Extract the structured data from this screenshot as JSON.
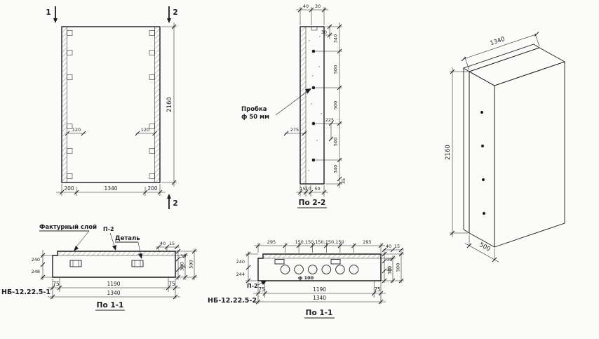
{
  "page": {
    "background": "#fbfbf9",
    "ink": "#1c1c1c"
  },
  "front_view": {
    "section_mark_1_top": "1",
    "section_mark_2_top": "2",
    "section_mark_2_bottom": "2",
    "dim_height": "2160",
    "dim_end_left": "200",
    "dim_length": "1340",
    "dim_end_right": "200",
    "dim_anchor_left": "120",
    "dim_anchor_right": "120"
  },
  "section_2_2": {
    "title": "По 2-2",
    "dim_top_40": "40",
    "dim_top_30": "30",
    "dim_right_30": "30",
    "dim_r_340_top": "340",
    "dim_r_500_a": "500",
    "dim_r_500_b": "500",
    "dim_r_500_c": "500",
    "dim_r_340_bottom": "340",
    "dim_r_35": "35",
    "dim_275": "275",
    "dim_225": "225",
    "dim_b_15": "15",
    "dim_b_10": "10",
    "dim_b_50": "50",
    "callout_line1": "Пробка",
    "callout_line2": "ф 50 мм"
  },
  "axonometric": {
    "dim_length": "1340",
    "dim_height": "2160",
    "dim_depth": "500"
  },
  "section_1_1_type1": {
    "product_mark": "НБ-12.22.5-1",
    "title": "По 1-1",
    "label_facing_layer": "Фактурный слой",
    "label_p2": "П-2",
    "label_detail": "Деталь",
    "dim_left_240": "240",
    "dim_left_248": "248",
    "dim_top_40": "40",
    "dim_top_15": "15",
    "dim_right_30": "30",
    "dim_right_35": "35",
    "dim_right_380": "380",
    "dim_right_500": "500",
    "dim_b_75_left": "75",
    "dim_b_1190": "1190",
    "dim_b_75_right": "75",
    "dim_b_1340": "1340"
  },
  "section_1_1_type2": {
    "product_mark": "НБ-12.22.5-2",
    "title": "По 1-1",
    "label_p2": "П-2",
    "label_hole": "ф 100",
    "dim_top_295_left": "295",
    "dim_top_150s": "150,150,150,150,150",
    "dim_top_295_right": "295",
    "dim_left_240": "240",
    "dim_left_244": "244",
    "dim_top_40": "40",
    "dim_top_15": "15",
    "dim_right_30": "30",
    "dim_right_35": "35",
    "dim_right_380": "380",
    "dim_right_500": "500",
    "dim_b_75_left": "75",
    "dim_b_1190": "1190",
    "dim_b_75_right": "75",
    "dim_b_1340": "1340"
  }
}
